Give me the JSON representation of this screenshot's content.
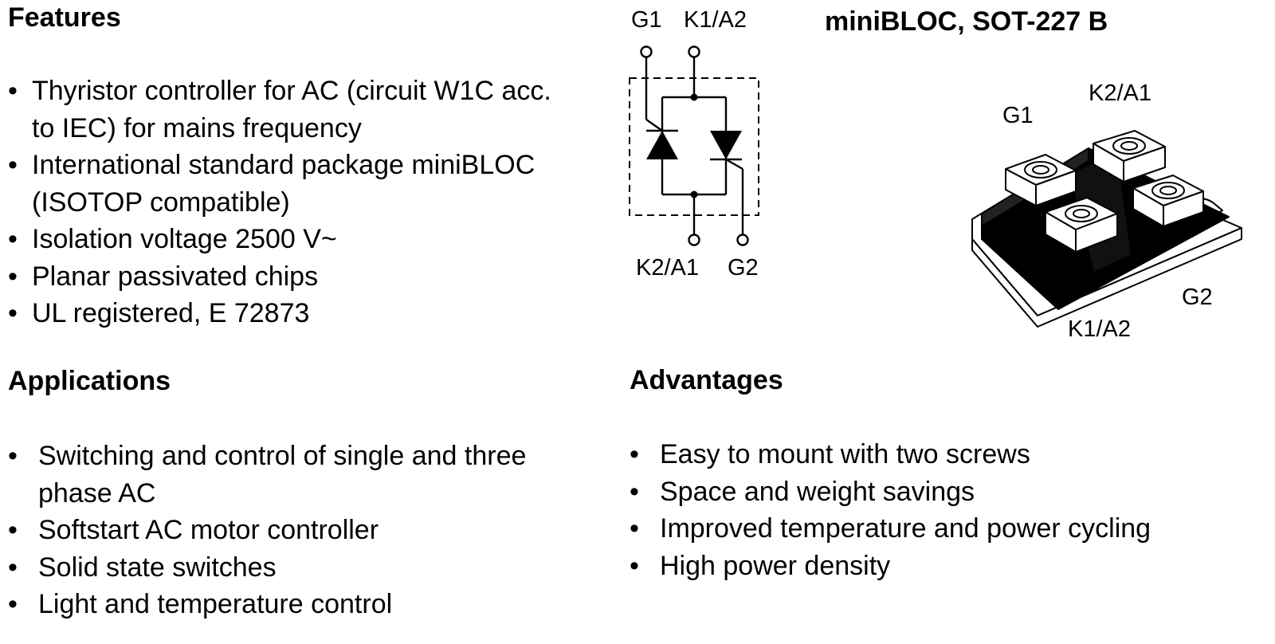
{
  "features": {
    "heading": "Features",
    "items": [
      "Thyristor controller for AC (circuit W1C acc. to IEC) for mains frequency",
      "International standard package miniBLOC (ISOTOP compatible)",
      "Isolation voltage 2500 V~",
      "Planar passivated chips",
      "UL registered, E 72873"
    ]
  },
  "applications": {
    "heading": "Applications",
    "items": [
      "Switching and control of single and three phase AC",
      "Softstart AC motor controller",
      "Solid state switches",
      "Light and temperature control"
    ]
  },
  "advantages": {
    "heading": "Advantages",
    "items": [
      "Easy to mount with two screws",
      "Space and weight savings",
      "Improved temperature and power cycling",
      "High power density"
    ]
  },
  "schematic": {
    "top_left": "G1",
    "top_right": "K1/A2",
    "bottom_left": "K2/A1",
    "bottom_right": "G2"
  },
  "package": {
    "title": "miniBLOC, SOT-227 B",
    "label_g1": "G1",
    "label_k2a1": "K2/A1",
    "label_g2": "G2",
    "label_k1a2": "K1/A2"
  }
}
